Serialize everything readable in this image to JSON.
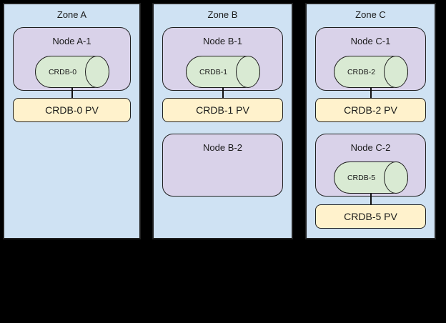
{
  "colors": {
    "canvas-bg": "#000000",
    "zone-fill": "#cfe2f3",
    "node-fill": "#d9d2e9",
    "disk-fill": "#d9ead3",
    "pv-fill": "#fff2cc",
    "shape-border": "#1f1f1f"
  },
  "zones": [
    {
      "title": "Zone A",
      "nodes": [
        {
          "title": "Node A-1",
          "disk": "CRDB-0",
          "pv": "CRDB-0 PV"
        }
      ]
    },
    {
      "title": "Zone B",
      "nodes": [
        {
          "title": "Node B-1",
          "disk": "CRDB-1",
          "pv": "CRDB-1 PV"
        },
        {
          "title": "Node B-2"
        }
      ]
    },
    {
      "title": "Zone C",
      "nodes": [
        {
          "title": "Node C-1",
          "disk": "CRDB-2",
          "pv": "CRDB-2 PV"
        },
        {
          "title": "Node C-2",
          "disk": "CRDB-5",
          "pv": "CRDB-5 PV"
        }
      ]
    }
  ]
}
